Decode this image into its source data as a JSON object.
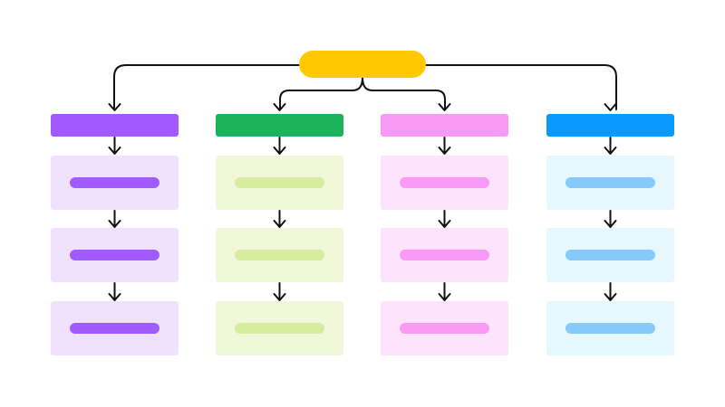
{
  "root": {
    "color": "#FFC800"
  },
  "columns": [
    {
      "header_color": "#A05AFF",
      "card_bg": "#F0E2FF",
      "bar_color": "#A05AFF",
      "cards": 3
    },
    {
      "header_color": "#1BB35A",
      "card_bg": "#F0F8D9",
      "bar_color": "#D6EC9E",
      "cards": 3
    },
    {
      "header_color": "#F99AF6",
      "card_bg": "#FDE3FC",
      "bar_color": "#F99AF6",
      "cards": 3
    },
    {
      "header_color": "#0A9AFF",
      "card_bg": "#E6F7FD",
      "bar_color": "#86C9FB",
      "cards": 3
    }
  ],
  "connector_color": "#111111"
}
